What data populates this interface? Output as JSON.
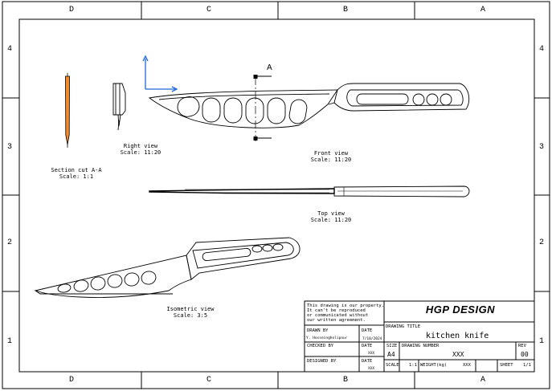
{
  "zones": {
    "top": [
      "D",
      "C",
      "B",
      "A"
    ],
    "bottom": [
      "D",
      "C",
      "B",
      "A"
    ],
    "left": [
      "4",
      "3",
      "2",
      "1"
    ],
    "right": [
      "4",
      "3",
      "2",
      "1"
    ]
  },
  "views": {
    "section": {
      "name": "Section cut A-A",
      "scale": "Scale:  1:1"
    },
    "right": {
      "name": "Right view",
      "scale": "Scale:  11:20"
    },
    "front": {
      "name": "Front view",
      "scale": "Scale:  11:20"
    },
    "top": {
      "name": "Top view",
      "scale": "Scale:  11:20"
    },
    "isometric": {
      "name": "Isometric view",
      "scale": "Scale:  3:5"
    },
    "section_marker": "A"
  },
  "title_block": {
    "notice": [
      "This drawing is our property.",
      "It can't be reproduced",
      "or communicated without",
      "our written agreement."
    ],
    "company": "HGP DESIGN",
    "drawn_by_label": "DRAWN BY",
    "drawn_by_value": "Y. Hosseingholipour",
    "date_label": "DATE",
    "drawn_date": "7/10/2024",
    "drawing_title_label": "DRAWING TITLE",
    "drawing_title": "kitchen knife",
    "checked_by_label": "CHECKED BY",
    "checked_date": "XXX",
    "size_label": "SIZE",
    "size_value": "A4",
    "drawing_number_label": "DRAWING NUMBER",
    "drawing_number": "XXX",
    "rev_label": "REV",
    "rev_value": "00",
    "designed_by_label": "DESIGNED BY",
    "designed_date": "XXX",
    "scale_label": "SCALE",
    "scale_value": "1:1",
    "weight_label": "WEIGHT(kg)",
    "weight_value": "XXX",
    "sheet_label": "SHEET",
    "sheet_value": "1/1"
  },
  "colors": {
    "line": "#000000",
    "section_fill": "#f28a2e",
    "axis": "#1e66d8"
  }
}
